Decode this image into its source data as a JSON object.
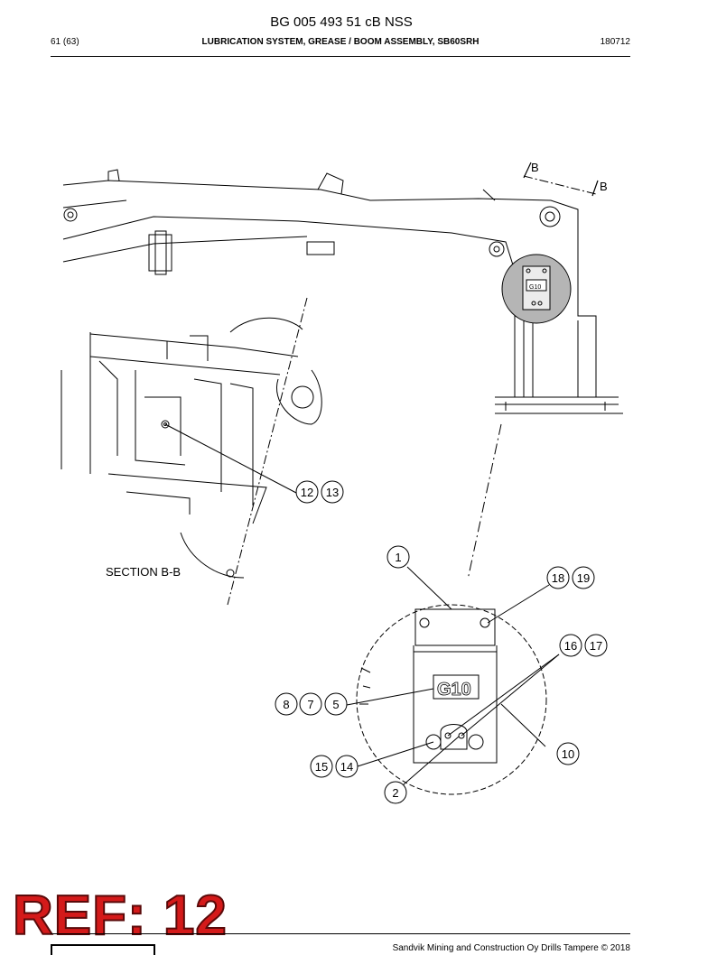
{
  "header": {
    "document_code": "BG 005 493 51 cB NSS",
    "page": "61 (63)",
    "title": "LUBRICATION SYSTEM, GREASE / BOOM ASSEMBLY, SB60SRH",
    "date": "180712"
  },
  "drawing": {
    "section_marker_1": "B",
    "section_marker_2": "B",
    "section_label": "SECTION B-B",
    "plate_label": "G10",
    "detail_plate_label": "G10",
    "callouts": [
      "12",
      "13",
      "1",
      "18",
      "19",
      "16",
      "17",
      "8",
      "7",
      "5",
      "15",
      "14",
      "10",
      "2"
    ]
  },
  "footer": {
    "copyright": "Sandvik Mining and Construction Oy Drills Tampere © 2018",
    "stamp": "REF: 12"
  }
}
